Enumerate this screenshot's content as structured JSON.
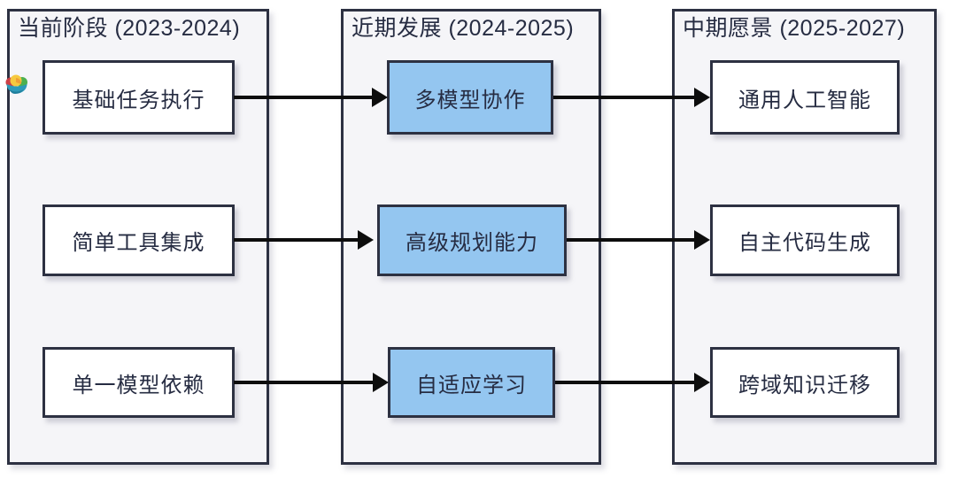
{
  "diagram": {
    "title_implicit": "",
    "columns": [
      {
        "header": "当前阶段 (2023-2024)",
        "boxes": [
          {
            "label": "基础任务执行",
            "highlight": false
          },
          {
            "label": "简单工具集成",
            "highlight": false
          },
          {
            "label": "单一模型依赖",
            "highlight": false
          }
        ]
      },
      {
        "header": "近期发展 (2024-2025)",
        "boxes": [
          {
            "label": "多模型协作",
            "highlight": true
          },
          {
            "label": "高级规划能力",
            "highlight": true
          },
          {
            "label": "自适应学习",
            "highlight": true
          }
        ]
      },
      {
        "header": "中期愿景 (2025-2027)",
        "boxes": [
          {
            "label": "通用人工智能",
            "highlight": false
          },
          {
            "label": "自主代码生成",
            "highlight": false
          },
          {
            "label": "跨域知识迁移",
            "highlight": false
          }
        ]
      }
    ],
    "connections": [
      {
        "from": "基础任务执行",
        "to": "多模型协作"
      },
      {
        "from": "多模型协作",
        "to": "通用人工智能"
      },
      {
        "from": "简单工具集成",
        "to": "高级规划能力"
      },
      {
        "from": "高级规划能力",
        "to": "自主代码生成"
      },
      {
        "from": "单一模型依赖",
        "to": "自适应学习"
      },
      {
        "from": "自适应学习",
        "to": "跨域知识迁移"
      }
    ],
    "icon": "fruit-bowl-logo",
    "colors": {
      "highlight_fill": "#94c6f0",
      "box_fill": "#ffffff",
      "panel_fill": "#f5f5f8",
      "border": "#2d3142",
      "text": "#262c42",
      "arrow": "#0d0d0d"
    }
  }
}
